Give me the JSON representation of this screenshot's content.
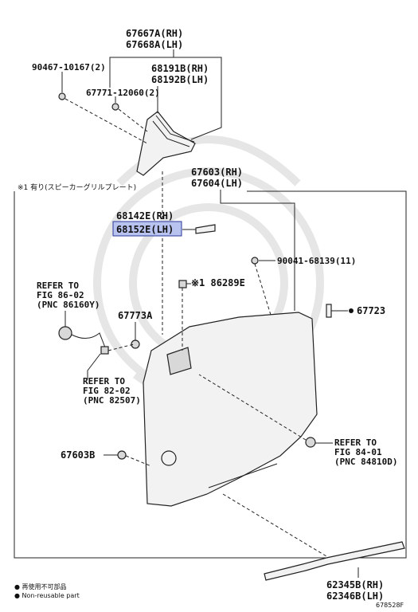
{
  "labels": {
    "p67667a": "67667A(RH)",
    "p67668a": "67668A(LH)",
    "p90467": "90467-10167(2)",
    "p68191b": "68191B(RH)",
    "p68192b": "68192B(LH)",
    "p67771": "67771-12060(2)",
    "note1": "※1 有り(スピーカーグリルプレート)",
    "p67603": "67603(RH)",
    "p67604": "67604(LH)",
    "p68142e": "68142E(RH)",
    "p68152e": "68152E(LH)",
    "p90041": "90041-68139(11)",
    "p86289e": "※1 86289E",
    "ref1_l1": "REFER TO",
    "ref1_l2": "FIG 86-02",
    "ref1_l3": "(PNC 86160Y)",
    "p67773a": "67773A",
    "p67723": "67723",
    "ref2_l1": "REFER TO",
    "ref2_l2": "FIG 82-02",
    "ref2_l3": "(PNC 82507)",
    "ref3_l1": "REFER TO",
    "ref3_l2": "FIG 84-01",
    "ref3_l3": "(PNC 84810D)",
    "p67603b": "67603B",
    "p62345b": "62345B(RH)",
    "p62346b": "62346B(LH)",
    "legend_jp": "● 再使用不可部品",
    "legend_en": "● Non-reusable part",
    "fig_code": "678528F"
  },
  "colors": {
    "highlight": "#b9c3f0",
    "ink": "#222222"
  }
}
